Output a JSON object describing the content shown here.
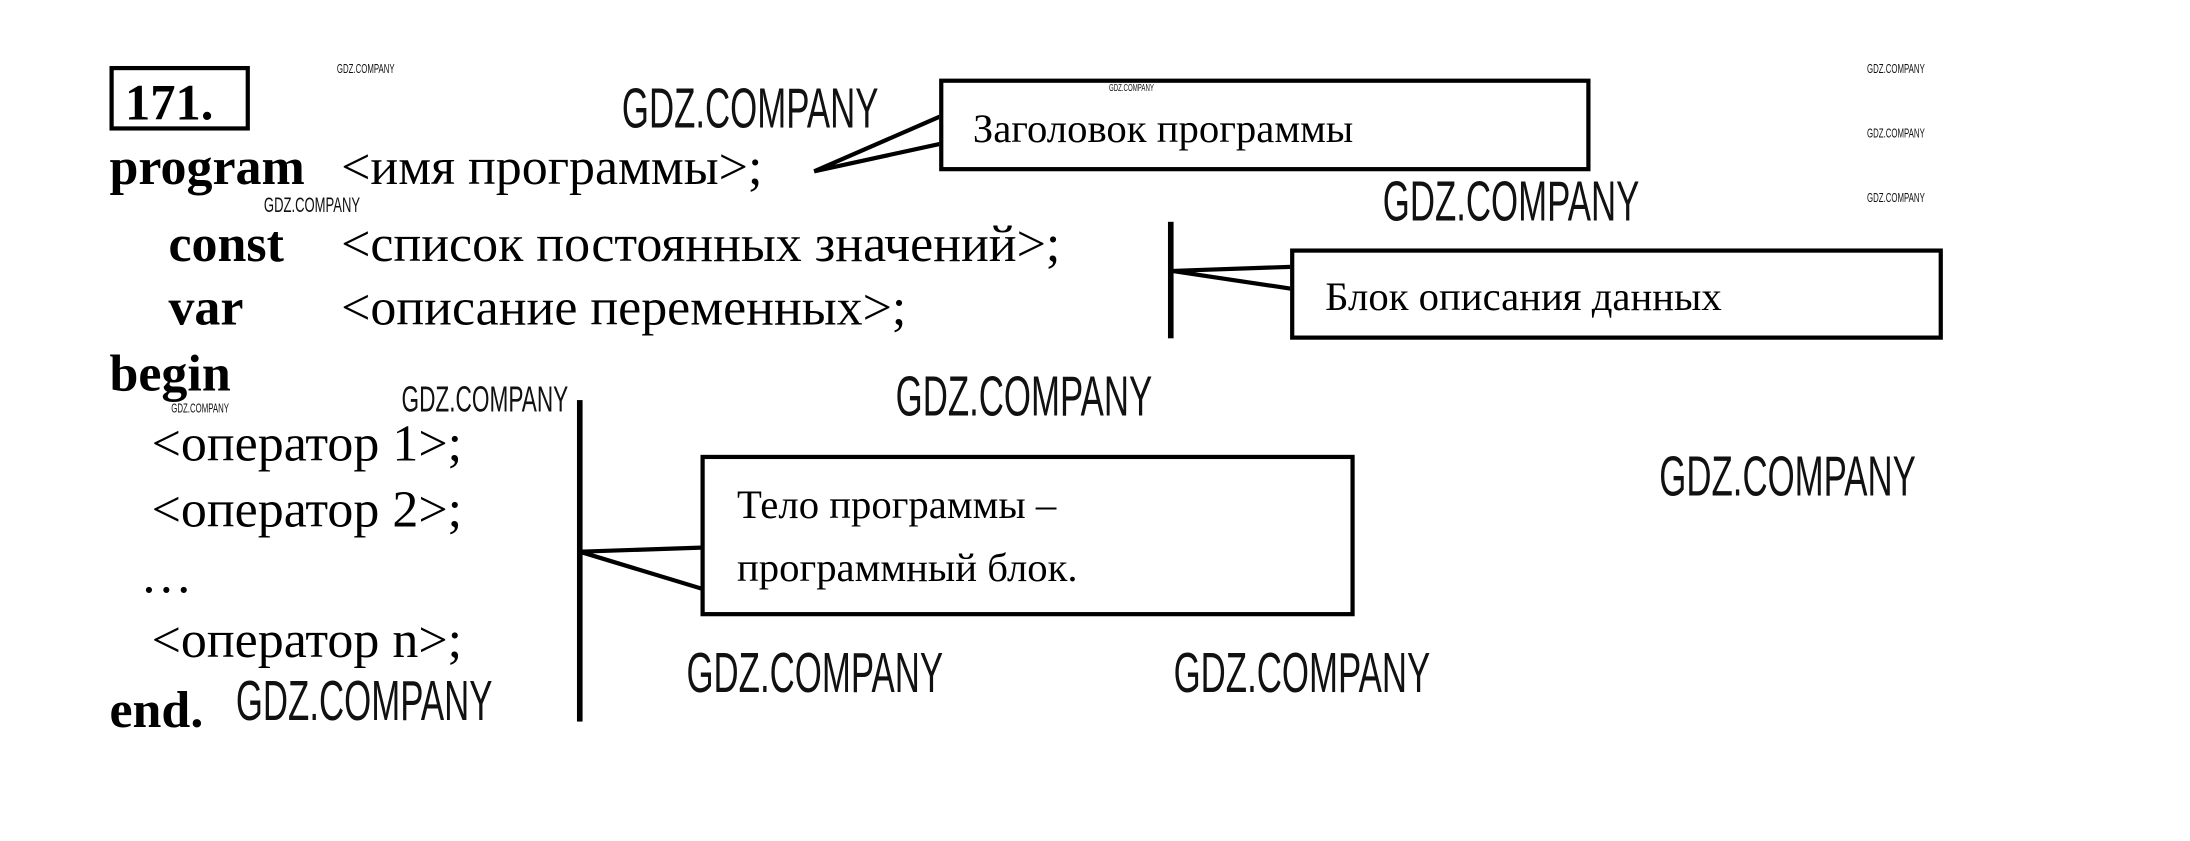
{
  "exercise_number": "171.",
  "code": {
    "program_kw": "program",
    "program_arg": "<имя программы>;",
    "const_kw": "const",
    "const_arg": "<список постоянных значений>;",
    "var_kw": "var",
    "var_arg": "<описание переменных>;",
    "begin_kw": "begin",
    "op1": "<оператор 1>;",
    "op2": "<оператор 2>;",
    "ellipsis": "…",
    "opn": "<оператор n>;",
    "end_kw": "end."
  },
  "callouts": {
    "header": "Заголовок программы",
    "data_block": "Блок описания данных",
    "body_line1": "Тело программы –",
    "body_line2": "программный блок."
  },
  "watermark": "GDZ.COMPANY"
}
